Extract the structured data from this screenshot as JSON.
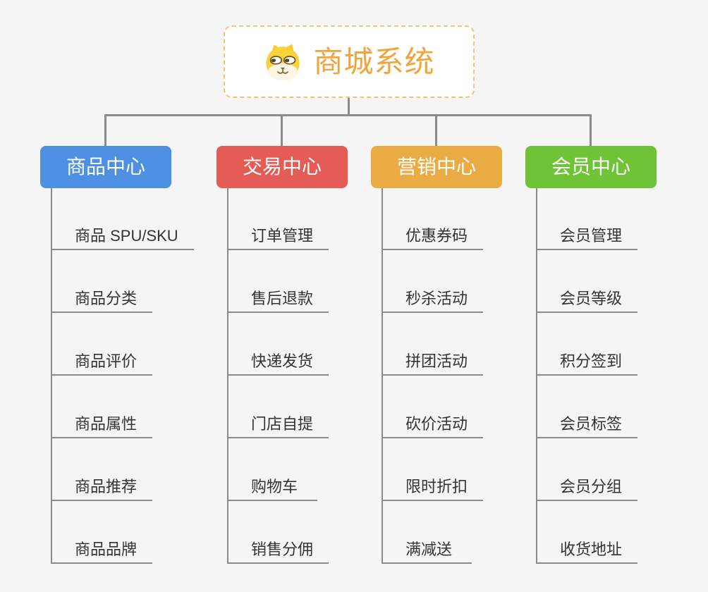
{
  "canvas": {
    "background": "#f5f5f6",
    "connector_color": "#8b8b8b",
    "child_line_color": "#8a8a8a"
  },
  "root": {
    "title": "商城系统",
    "icon": "shiba-dog-icon",
    "title_color": "#f2a43c",
    "border_color": "#f3c476"
  },
  "branches": [
    {
      "label": "商品中心",
      "color": "#4e90e1",
      "children": [
        "商品 SPU/SKU",
        "商品分类",
        "商品评价",
        "商品属性",
        "商品推荐",
        "商品品牌"
      ]
    },
    {
      "label": "交易中心",
      "color": "#e55c56",
      "children": [
        "订单管理",
        "售后退款",
        "快递发货",
        "门店自提",
        "购物车",
        "销售分佣"
      ]
    },
    {
      "label": "营销中心",
      "color": "#ebab43",
      "children": [
        "优惠券码",
        "秒杀活动",
        "拼团活动",
        "砍价活动",
        "限时折扣",
        "满减送"
      ]
    },
    {
      "label": "会员中心",
      "color": "#6ec436",
      "children": [
        "会员管理",
        "会员等级",
        "积分签到",
        "会员标签",
        "会员分组",
        "收货地址"
      ]
    }
  ]
}
